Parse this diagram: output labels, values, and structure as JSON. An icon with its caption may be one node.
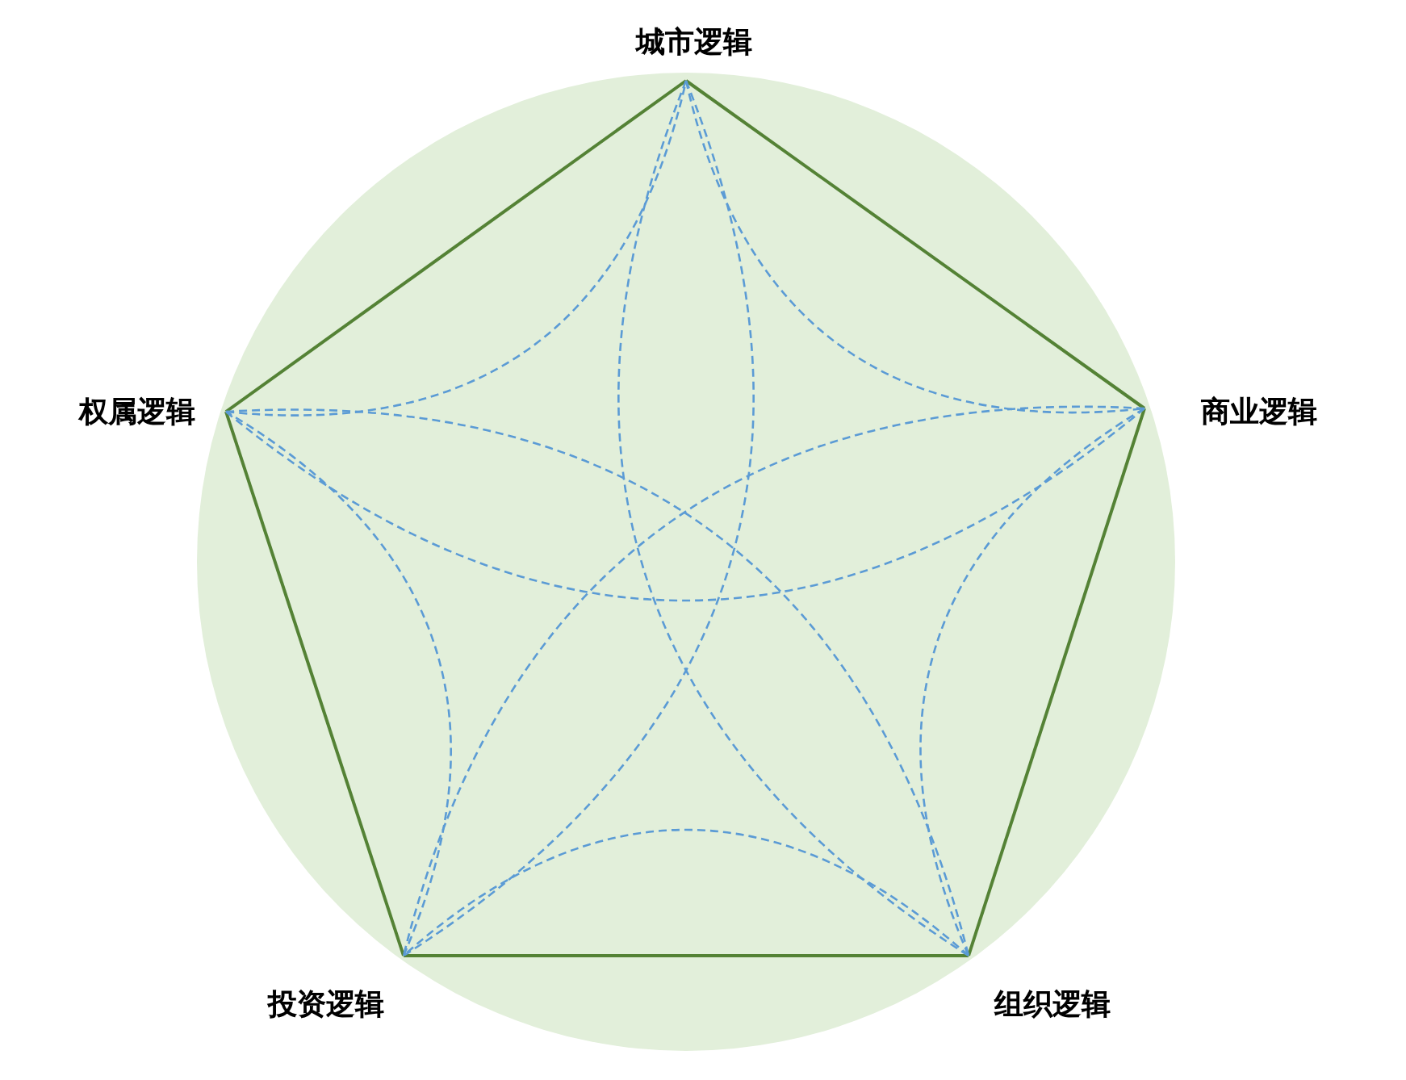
{
  "diagram": {
    "nodes": [
      {
        "text": [
          "城市逻辑"
        ]
      },
      {
        "text": [
          "权属逻辑"
        ]
      },
      {
        "text": [
          "商业逻辑"
        ]
      },
      {
        "text": [
          "投资逻辑"
        ]
      },
      {
        "text": [
          "组织逻辑"
        ]
      }
    ],
    "edges": [
      {
        "from": 0,
        "to": 2,
        "arrow": "none",
        "color": "#548235"
      },
      {
        "from": 2,
        "to": 4,
        "arrow": "none",
        "color": "#548235"
      },
      {
        "from": 4,
        "to": 3,
        "arrow": "none",
        "color": "#548235"
      },
      {
        "from": 3,
        "to": 1,
        "arrow": "none",
        "color": "#548235"
      },
      {
        "from": 1,
        "to": 0,
        "arrow": "none",
        "color": "#548235"
      },
      {
        "from": 0,
        "to": 2,
        "arrow": "none",
        "style": "dashed"
      },
      {
        "from": 2,
        "to": 4,
        "arrow": "none",
        "style": "dashed"
      },
      {
        "from": 4,
        "to": 3,
        "arrow": "none",
        "style": "dashed"
      },
      {
        "from": 3,
        "to": 1,
        "arrow": "none",
        "style": "dashed"
      },
      {
        "from": 1,
        "to": 0,
        "arrow": "none",
        "style": "dashed"
      },
      {
        "from": 1,
        "to": 2,
        "arrow": "none",
        "style": "dashed"
      },
      {
        "from": 0,
        "to": 3,
        "arrow": "none",
        "style": "dashed"
      },
      {
        "from": 0,
        "to": 4,
        "arrow": "none",
        "style": "dashed"
      },
      {
        "from": 1,
        "to": 4,
        "arrow": "none",
        "style": "dashed"
      },
      {
        "from": 2,
        "to": 3,
        "arrow": "none",
        "style": "dashed"
      }
    ]
  }
}
